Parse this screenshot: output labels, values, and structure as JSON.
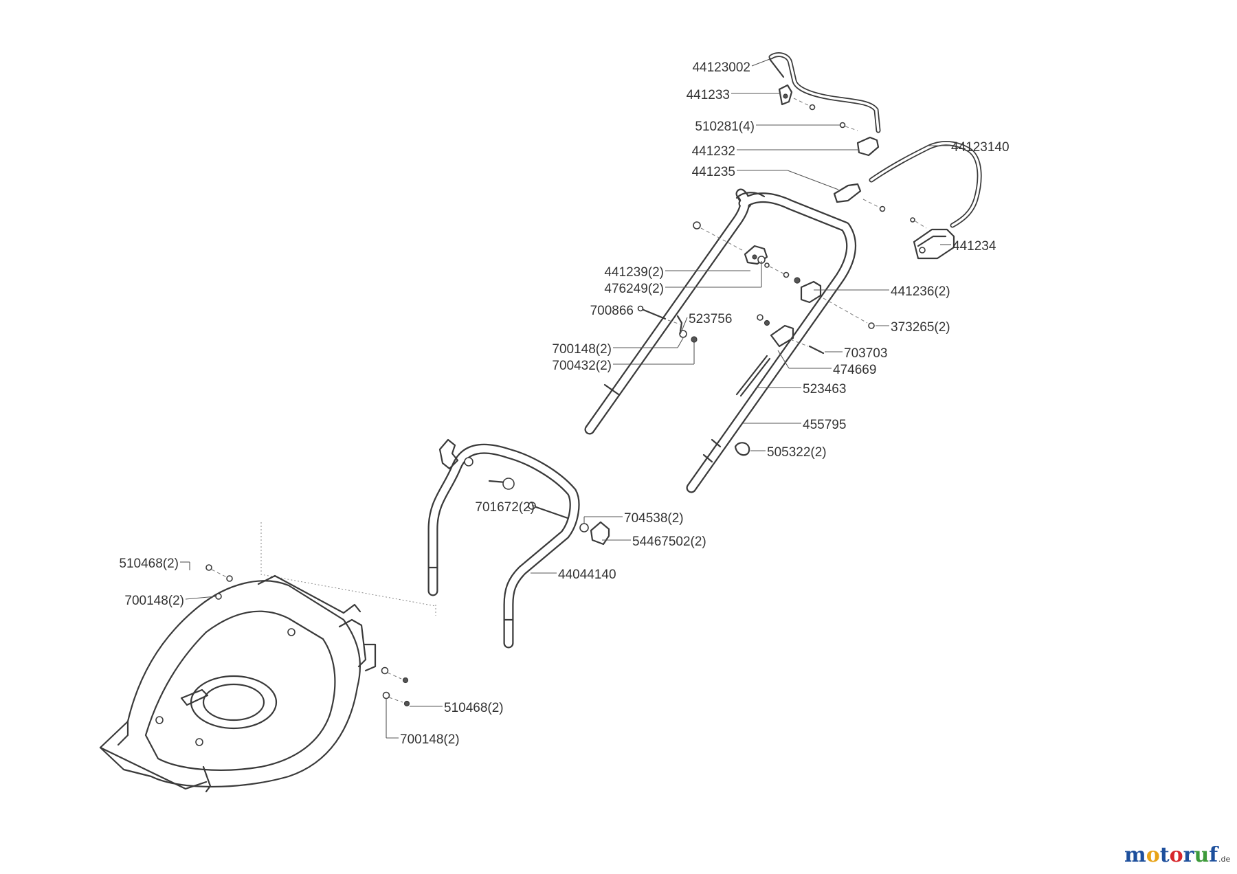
{
  "parts": [
    {
      "id": "p01",
      "label": "44123002"
    },
    {
      "id": "p02",
      "label": "441233"
    },
    {
      "id": "p03",
      "label": "510281(4)"
    },
    {
      "id": "p04",
      "label": "441232"
    },
    {
      "id": "p05",
      "label": "441235"
    },
    {
      "id": "p06",
      "label": "44123140"
    },
    {
      "id": "p07",
      "label": "441234"
    },
    {
      "id": "p08",
      "label": "441239(2)"
    },
    {
      "id": "p09",
      "label": "476249(2)"
    },
    {
      "id": "p10",
      "label": "441236(2)"
    },
    {
      "id": "p11",
      "label": "700866"
    },
    {
      "id": "p12",
      "label": "523756"
    },
    {
      "id": "p13",
      "label": "373265(2)"
    },
    {
      "id": "p14",
      "label": "700148(2)"
    },
    {
      "id": "p15",
      "label": "700432(2)"
    },
    {
      "id": "p16",
      "label": "703703"
    },
    {
      "id": "p17",
      "label": "474669"
    },
    {
      "id": "p18",
      "label": "523463"
    },
    {
      "id": "p19",
      "label": "455795"
    },
    {
      "id": "p20",
      "label": "505322(2)"
    },
    {
      "id": "p21",
      "label": "701672(2)"
    },
    {
      "id": "p22",
      "label": "704538(2)"
    },
    {
      "id": "p23",
      "label": "54467502(2)"
    },
    {
      "id": "p24",
      "label": "44044140"
    },
    {
      "id": "p25",
      "label": "510468(2)"
    },
    {
      "id": "p26",
      "label": "700148(2)"
    },
    {
      "id": "p27",
      "label": "510468(2)"
    },
    {
      "id": "p28",
      "label": "700148(2)"
    }
  ],
  "logo": {
    "letters": [
      "m",
      "o",
      "t",
      "o",
      "r",
      "u",
      "f"
    ],
    "colors": [
      "#1d4f9c",
      "#e8a317",
      "#1d4f9c",
      "#d7262b",
      "#1d4f9c",
      "#3d9a3a",
      "#1d4f9c"
    ],
    "suffix": ".de"
  }
}
